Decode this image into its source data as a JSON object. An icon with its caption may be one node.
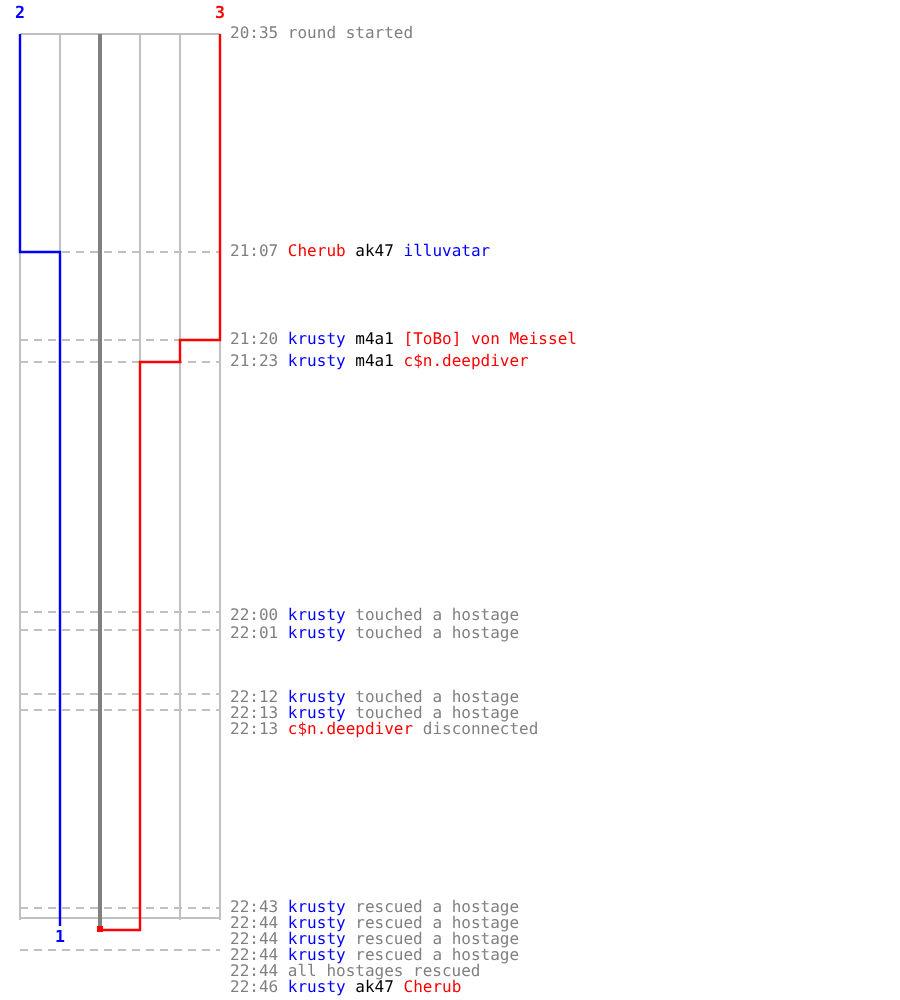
{
  "diagram": {
    "labels": [
      "2",
      "3",
      "20:35",
      "round started",
      "21:07",
      "Cherub",
      "ak47",
      "illuvatar",
      "21:20",
      "krusty",
      "m4a1",
      "[ToBo] von Meissel",
      "21:23",
      "krusty",
      "m4a1",
      "c$n.deepdiver",
      "22:00",
      "krusty",
      "touched a hostage",
      "22:01",
      "krusty",
      "touched a hostage",
      "22:12",
      "krusty",
      "touched a hostage",
      "22:13",
      "krusty",
      "touched a hostage",
      "22:13",
      "c$n.deepdiver",
      "disconnected",
      "22:43",
      "krusty",
      "rescued a hostage",
      "1",
      "22:44",
      "krusty",
      "rescued a hostage",
      "22:44",
      "krusty",
      "rescued a hostage",
      "22:44",
      "krusty",
      "rescued a hostage",
      "22:44",
      "all hostages rescued",
      "22:46",
      "krusty",
      "ak47",
      "Cherub"
    ]
  }
}
